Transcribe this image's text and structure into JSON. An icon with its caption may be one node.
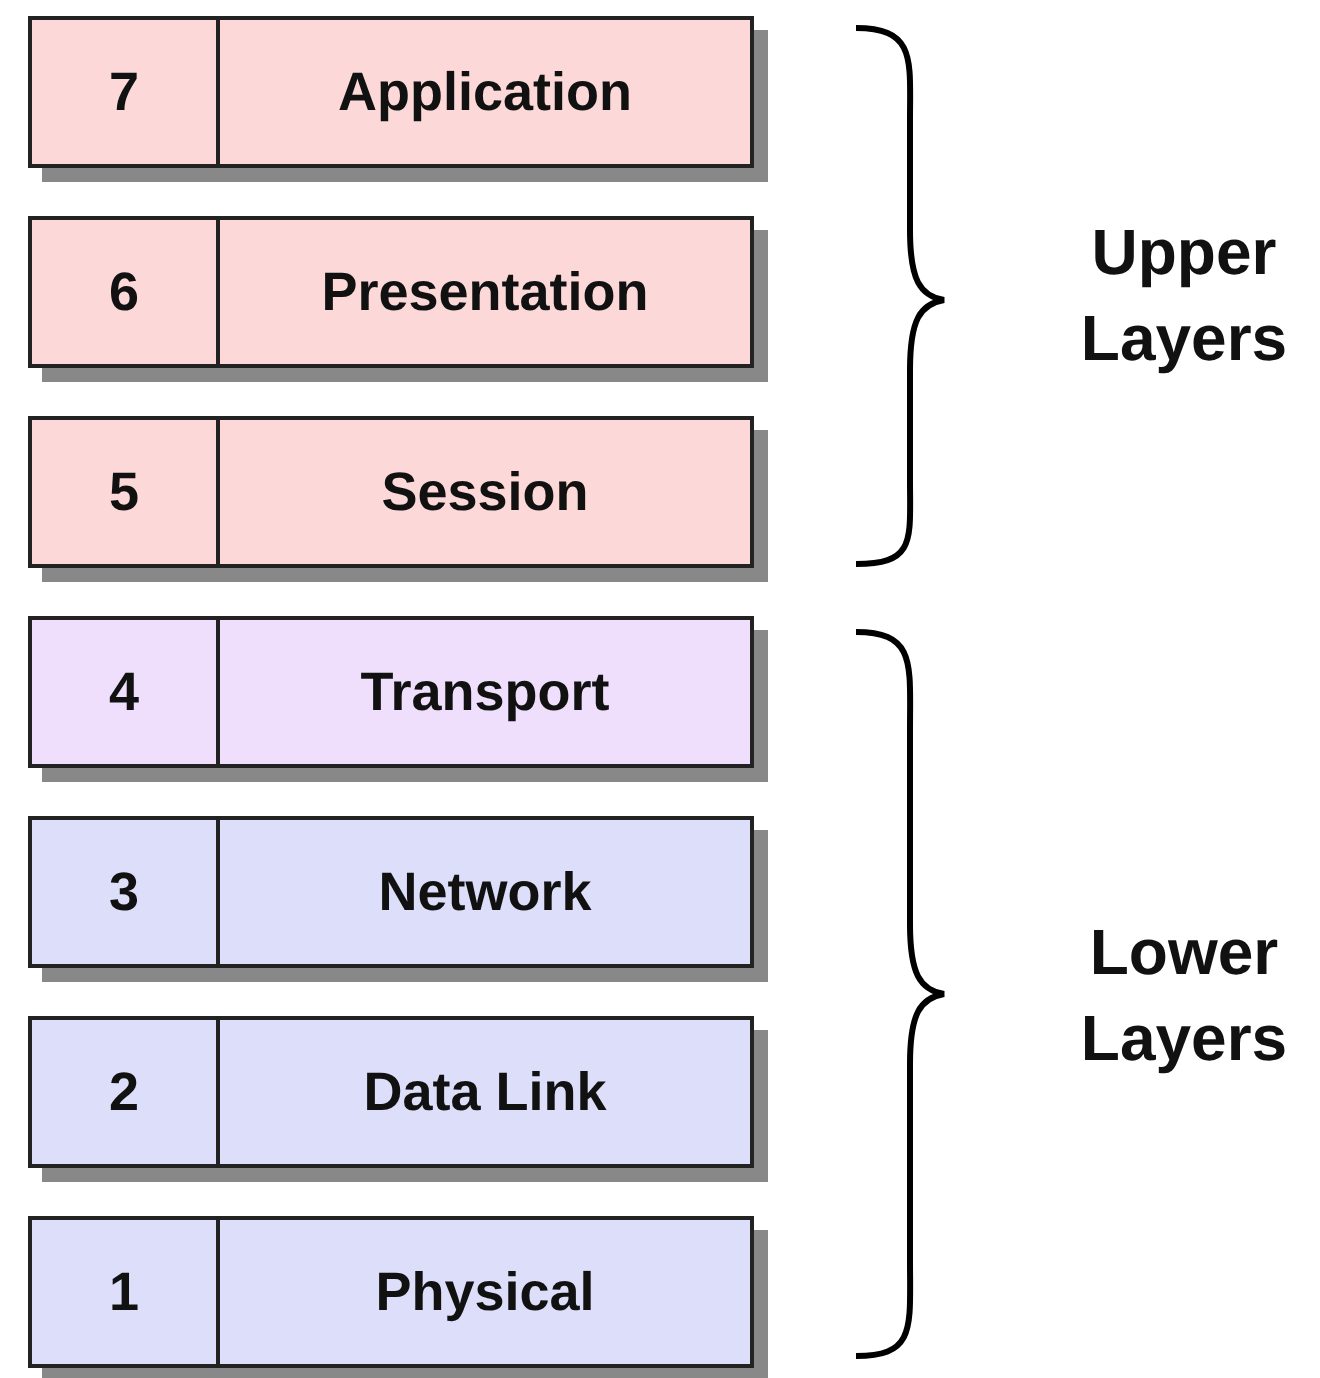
{
  "diagram": {
    "nodes": [
      {
        "text": [
          "7",
          "Application"
        ]
      },
      {
        "text": [
          "6",
          "Presentation"
        ]
      },
      {
        "text": [
          "5",
          "Session"
        ]
      },
      {
        "text": [
          "4",
          "Transport"
        ]
      },
      {
        "text": [
          "3",
          "Network"
        ]
      },
      {
        "text": [
          "2",
          "Data Link"
        ]
      },
      {
        "text": [
          "1",
          "Physical"
        ]
      }
    ],
    "edges": [],
    "labels": [
      "Upper Layers",
      "Lower Layers"
    ]
  }
}
